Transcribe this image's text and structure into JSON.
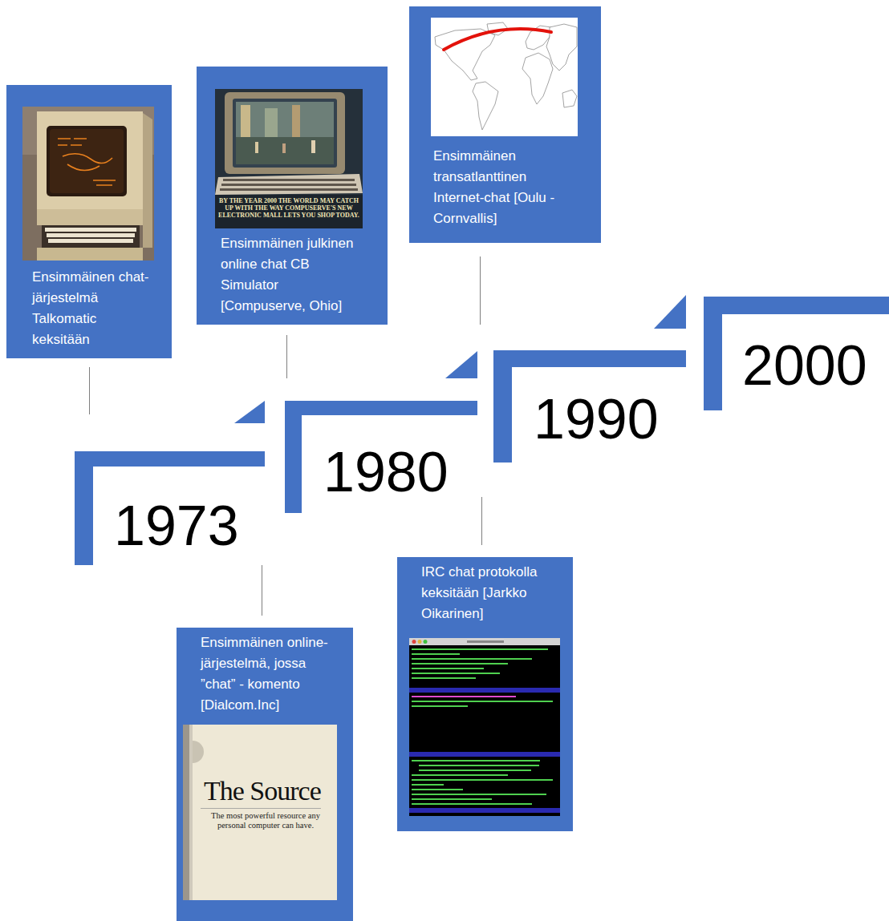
{
  "diagram": {
    "nodes": [
      {
        "text": [
          "Ensimmäinen chat-järjestelmä Talkomatic keksitään"
        ]
      },
      {
        "text": [
          "Ensimmäinen julkinen online chat CB Simulator [Compuserve, Ohio]"
        ]
      },
      {
        "text": [
          "Ensimmäinen transatlanttinen Internet-chat [Oulu - Cornvallis]"
        ]
      },
      {
        "text": [
          "Ensimmäinen online-järjestelmä, jossa ”chat” - komento [Dialcom.Inc]"
        ]
      },
      {
        "text": [
          "IRC chat protokolla keksitään [Jarkko Oikarinen]"
        ]
      }
    ],
    "labels": [
      "1973",
      "1980",
      "1990",
      "2000",
      "The Source",
      "The most powerful resource any personal computer can have.",
      "BY THE YEAR 2000 THE WORLD MAY CATCH UP WITH THE WAY COMPUSERVE'S NEW ELECTRONIC MALL LETS YOU SHOP TODAY."
    ]
  }
}
